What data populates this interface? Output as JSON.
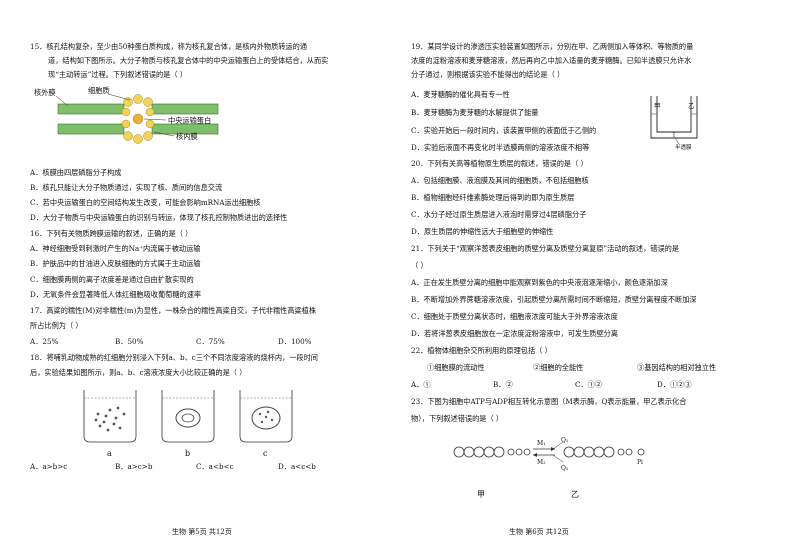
{
  "left": {
    "q15": {
      "stem_l1": "15．核孔结构复杂，至少由50种蛋白质构成，称为核孔复合体，是核内外物质转运的通",
      "stem_l2": "道，结构如下图所示。大分子物质与核孔复合体中的中央运输蛋白上的受体结合，从而实",
      "stem_l3": "现“主动转运”过程。下列叙述错误的是（    ）",
      "fig_labels": [
        "核外膜",
        "细胞质",
        "中央运输蛋白",
        "核内膜"
      ],
      "options": [
        "A．核膜由四层磷脂分子构成",
        "B．核孔只能让大分子物质通过，实现了核、质间的信息交流",
        "C．若中央运输蛋白的空间结构发生改变，可能会影响mRNA运出细胞核",
        "D．大分子物质与中央运输蛋白的识别与转运，体现了核孔控制物质进出的选择性"
      ]
    },
    "q16": {
      "stem": "16．下列有关物质跨膜运输的叙述，正确的是（    ）",
      "options": [
        "A．神经细胞受到刺激时产生的Na⁺内流属于被动运输",
        "B．护肤品中的甘油进入皮肤细胞的方式属于主动运输",
        "C．细胞膜两侧的离子浓度差是通过自由扩散实现的",
        "D．无氧条件会显著降低人体红细胞吸收葡萄糖的速率"
      ]
    },
    "q17": {
      "stem_l1": "17．高粱的糯性(M)对非糯性(m)为显性，一株杂合的糯性高粱自交，子代非糯性高粱植株",
      "stem_l2": "所占比例为（    ）",
      "options": [
        "A．25%",
        "B．50%",
        "C．75%",
        "D．100%"
      ]
    },
    "q18": {
      "stem_l1": "18．将哺乳动物成熟的红细胞分别浸入下列a、b、c三个不同浓度溶液的烧杯内，一段时间",
      "stem_l2": "后，实验结果如图所示，则a、b、c溶液浓度大小比较正确的是（    ）",
      "beaker_labels": [
        "a",
        "b",
        "c"
      ],
      "options": [
        "A．a>b>c",
        "B．a>c>b",
        "C．a<b<c",
        "D．a<c<b"
      ]
    },
    "footer": "生物    第5页    共12页"
  },
  "right": {
    "q19": {
      "stem_l1": "19．某同学设计的渗透压实验装置如图所示，分别在甲、乙两侧加入等体积、等物质的量",
      "stem_l2": "浓度的淀粉溶液和麦芽糖溶液，然后再向乙中加入适量的麦芽糖酶。已知半透膜只允许水",
      "stem_l3": "分子通过，则根据该实验不能得出的结论是（    ）",
      "options": [
        "A．麦芽糖酶的催化具有专一性",
        "B．麦芽糖酶为麦芽糖的水解提供了能量",
        "C．实验开始后一段时间内，该装置甲侧的液面低于乙侧的",
        "D．实验后液面不再变化时半透膜两侧的溶液浓度不相等"
      ],
      "fig_labels": [
        "甲",
        "乙",
        "半透膜"
      ]
    },
    "q20": {
      "stem": "20．下列有关高等植物原生质层的叙述，错误的是（    ）",
      "options": [
        "A．包括细胞膜、液泡膜及其间的细胞质，不包括细胞核",
        "B．植物细胞经纤维素酶处理后得到的即为原生质层",
        "C．水分子经过原生质层进入液泡时需穿过4层磷脂分子",
        "D．原生质层的伸缩性远大于细胞壁的伸缩性"
      ]
    },
    "q21": {
      "stem_l1": "21．下列关于“观察洋葱表皮细胞的质壁分离及质壁分离复原”活动的叙述，错误的是",
      "stem_l2": "（    ）",
      "options": [
        "A．正在发生质壁分离的细胞中能观察到紫色的中央液泡逐渐缩小，颜色逐渐加深",
        "B．不断增加外界蔗糖溶液浓度，引起质壁分离所需时间不断缩短，质壁分离程度不断加深",
        "C．细胞处于质壁分离状态时，细胞液浓度可能大于外界溶液浓度",
        "D．若将洋葱表皮细胞放在一定浓度淀粉溶液中，可发生质壁分离"
      ]
    },
    "q22": {
      "stem": "22．植物体细胞杂交所利用的原理包括（    ）",
      "items": [
        "①细胞膜的流动性",
        "②细胞的全能性",
        "③基因结构的相对独立性"
      ],
      "options": [
        "A．①",
        "B．②",
        "C．①②",
        "D．①②③"
      ]
    },
    "q23": {
      "stem_l1": "23．下图为细胞中ATP与ADP相互转化示意图（M表示酶，Q表示能量，甲乙表示化合",
      "stem_l2": "物），下列叙述错误的是（    ）",
      "fig_labels": [
        "M₁",
        "M₂",
        "Q₁",
        "Q₂",
        "Pi",
        "甲",
        "乙"
      ]
    },
    "footer": "生物    第6页    共12页"
  }
}
